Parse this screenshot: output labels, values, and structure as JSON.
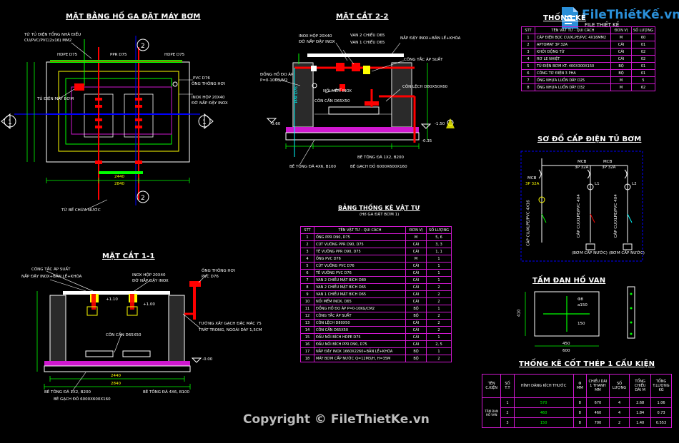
{
  "titles": {
    "plan": "MẶT BẰNG HỐ GA ĐẶT MÁY BƠM",
    "sec22": "MẶT CẮT 2-2",
    "sec11": "MẶT CẮT 1-1",
    "bom": "BẢNG THỐNG KÊ VẬT TƯ",
    "bom_sub": "(Hố GA ĐẶT BƠM 1)",
    "top_right": "THỐNG KÊ",
    "power": "SƠ ĐỒ CẤP ĐIỆN TỦ BƠM",
    "cover": "TẤM ĐAN HỐ VAN",
    "rebar": "THỐNG KÊ CỐT THÉP 1 CẤU KIỆN"
  },
  "logo": {
    "text": "FileThiếtKế.vn",
    "sub": "FILE THIẾT KẾ"
  },
  "watermark": "Copyright © FileThietKe.vn",
  "plan_labels": {
    "a": "TỪ TỦ ĐIỆN TỔNG NHÀ ĐIỀU",
    "b": "CU/PVC/PVC(2x16) MM2",
    "c": "HDPE D75",
    "d": "PPR D75",
    "e": "HDPE D75",
    "f": "PVC D76",
    "g": "ỐNG THÔNG HƠI",
    "h": "INOX HỘP 20X40",
    "i": "ĐỠ NẮP ĐẬY INOX",
    "j": "TỦ ĐIỆN MÁY BƠM",
    "k": "TỪ BỂ CHỨA NƯỚC",
    "dim1": "2440",
    "dim2": "2840"
  },
  "sec22_labels": {
    "a": "INOX HỘP 20X40",
    "b": "ĐỠ NẮP ĐẬY INOX",
    "c": "VAN 2 CHIỀU D65",
    "d": "VAN 1 CHIỀU D65",
    "e": "NẮP ĐẬY INOX+BẢN LỀ+KHÓA",
    "f": "CÔNG TẮC ÁP SUẤT",
    "g": "ĐỒNG HỒ ĐO ÁP",
    "h": "P=0-10KG/M2",
    "i": "NỐI MỀM INOX",
    "j": "CÔN CẦN D65X50",
    "k": "CÔN LỆCH D80X50X60",
    "l": "BÊ TÔNG ĐÁ 1X2, B200",
    "m": "BÊ TÔNG ĐÁ 4X6, B100",
    "n": "BÊ GẠCH ĐỎ 6000X600X160",
    "ppr": "PPR D76",
    "lvl1": "-0.60",
    "lvl2": "-0.35",
    "lvl3": "-1.50"
  },
  "sec11_labels": {
    "a": "CÔNG TẮC ÁP SUẤT",
    "b": "NẮP ĐẬY INOX+BẢN LỀ+KHÓA",
    "c": "INOX HỘP 20X40",
    "d": "ĐỠ NẮP ĐẬY INOX",
    "e": "ỐNG THÔNG HƠI",
    "f": "PVC D76",
    "g": "TƯỜNG XÂY GẠCH ĐẶC MÁC 75",
    "h": "TRÁT TRONG, NGOÀI DÀY 1,5CM",
    "i": "CÔN CẦN D65X50",
    "j": "BÊ TÔNG ĐÁ 1X2, B200",
    "k": "BÊ GẠCH ĐỎ 6000X600X160",
    "l": "BÊ TÔNG ĐÁ 4X6, B100",
    "lvl1": "-0.00",
    "lvl2": "+1.10",
    "lvl3": "+1.00",
    "dim1": "2440",
    "dim2": "2840"
  },
  "bom": {
    "headers": [
      "STT",
      "TÊN VẬT TƯ - QUI CÁCH",
      "ĐƠN VỊ",
      "SỐ LƯỢNG"
    ],
    "rows": [
      [
        "1",
        "ỐNG PPR D90, D75",
        "M",
        "5, 6"
      ],
      [
        "2",
        "CÚT VUÔNG PPR D90, D75",
        "CÁI",
        "3, 3"
      ],
      [
        "3",
        "TÊ VUÔNG PPR D90, D75",
        "CÁI",
        "1, 1"
      ],
      [
        "4",
        "ỐNG PVC D76",
        "M",
        "1"
      ],
      [
        "5",
        "CÚT VUÔNG PVC D76",
        "CÁI",
        "1"
      ],
      [
        "6",
        "TÊ VUÔNG PVC D76",
        "CÁI",
        "1"
      ],
      [
        "7",
        "VAN 2 CHIỀU MẶT BÍCH D80",
        "CÁI",
        "1"
      ],
      [
        "8",
        "VAN 2 CHIỀU MẶT BÍCH D65",
        "CÁI",
        "2"
      ],
      [
        "9",
        "VAN 1 CHIỀU MẶT BÍCH D65",
        "CÁI",
        "2"
      ],
      [
        "10",
        "NỐI MỀM INOX, D65",
        "CÁI",
        "2"
      ],
      [
        "11",
        "ĐỒNG HỒ ĐO ÁP P=0-10KG/CM2",
        "BỘ",
        "1"
      ],
      [
        "12",
        "CÔNG TẮC ÁP SUẤT",
        "BỘ",
        "2"
      ],
      [
        "13",
        "CÔN LỆCH D80X50",
        "CÁI",
        "2"
      ],
      [
        "14",
        "CÔN CẦN D65X50",
        "CÁI",
        "2"
      ],
      [
        "15",
        "ĐẦU NỐI BÍCH HDPE D75",
        "CÁI",
        "1"
      ],
      [
        "16",
        "ĐẦU NỐI BÍCH PPR D90, D75",
        "CÁI",
        "2, 5"
      ],
      [
        "17",
        "NẮP ĐẬY INOX 1660X2260+BẢN LỀ+KHÓA",
        "BỘ",
        "1"
      ],
      [
        "18",
        "MÁY BƠM CẤP NƯỚC Q=12M3/H, H=35M",
        "BỘ",
        "2"
      ]
    ]
  },
  "top_table": {
    "headers": [
      "STT",
      "TÊN VẬT TƯ - QUI CÁCH",
      "ĐƠN VỊ",
      "SỐ LƯỢNG"
    ],
    "rows": [
      [
        "1",
        "CÁP ĐIỆN BỌC CU/XLPE/PVC 4X16MM2",
        "M",
        "60"
      ],
      [
        "2",
        "APTOMAT 3P 32A",
        "CÁI",
        "01"
      ],
      [
        "3",
        "KHỞI ĐỘNG TỪ",
        "CÁI",
        "02"
      ],
      [
        "4",
        "RƠ LE NHIỆT",
        "CÁI",
        "02"
      ],
      [
        "5",
        "TỦ ĐIỆN BƠM KT: 400X300X150",
        "BỘ",
        "01"
      ],
      [
        "6",
        "CÔNG TƠ ĐIỆN 3 PHA",
        "BỘ",
        "01"
      ],
      [
        "7",
        "ỐNG NHỰA LUỒN DÂY D25",
        "M",
        "5"
      ],
      [
        "8",
        "ỐNG NHỰA LUỒN DÂY D32",
        "M",
        "62"
      ]
    ]
  },
  "power_labels": {
    "m1": "MCB",
    "m1b": "3P 32A",
    "m2": "MCB",
    "m2b": "3P 32A",
    "m3": "MCB",
    "m3b": "3P 32A",
    "cab1": "CÁP CU/XLPE/PVC 4X16",
    "cab2": "CÁP CU/XLPE/PVC 4X4",
    "cab3": "CÁP CU/XLPE/PVC 4X4",
    "p1": "(BƠM CẤP NƯỚC)",
    "p2": "(BƠM CẤP NƯỚC)",
    "l1": "L1",
    "l2": "L2"
  },
  "cover_labels": {
    "w": "450",
    "h": "410",
    "d1": "600",
    "a": "Φ8",
    "b": "a150",
    "c": "150"
  },
  "rebar": {
    "headers": [
      "TÊN C.KIỆN",
      "SỐ T.T",
      "HÌNH DÁNG KÍCH THƯỚC",
      "Φ MM",
      "CHIỀU DÀI 1 THANH MM",
      "SỐ LƯỢNG",
      "TỔNG CHIỀU DÀI M",
      "TỔNG T.LƯỢNG KG"
    ],
    "rows": [
      [
        "",
        "1",
        "570",
        "8",
        "670",
        "4",
        "2.68",
        "1.06"
      ],
      [
        "",
        "2",
        "460",
        "8",
        "460",
        "4",
        "1.84",
        "0.73"
      ],
      [
        "",
        "3",
        "150",
        "8",
        "700",
        "2",
        "1.40",
        "0.553"
      ]
    ],
    "side": "TẤM ĐAN HỐ VAN"
  }
}
